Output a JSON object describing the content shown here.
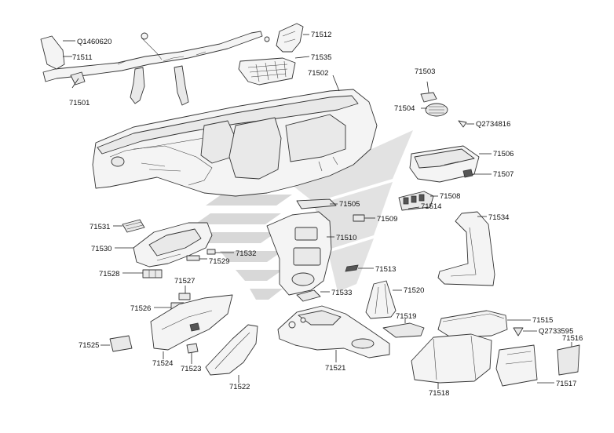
{
  "labels": {
    "q1460620": "Q1460620",
    "p71511": "71511",
    "p71501": "71501",
    "p71512": "71512",
    "p71535": "71535",
    "p71502": "71502",
    "p71503": "71503",
    "p71504": "71504",
    "q2734816": "Q2734816",
    "p71506": "71506",
    "p71507": "71507",
    "p71508": "71508",
    "p71505": "71505",
    "p71514": "71514",
    "p71509": "71509",
    "p71534": "71534",
    "p71531": "71531",
    "p71510": "71510",
    "p71530": "71530",
    "p71532": "71532",
    "p71529": "71529",
    "p71513": "71513",
    "p71528": "71528",
    "p71527": "71527",
    "p71520": "71520",
    "p71533": "71533",
    "p71526": "71526",
    "p71519": "71519",
    "p71515": "71515",
    "q2733595": "Q2733595",
    "p71525": "71525",
    "p71516": "71516",
    "p71524": "71524",
    "p71523": "71523",
    "p71521": "71521",
    "p71522": "71522",
    "p71518": "71518",
    "p71517": "71517"
  }
}
